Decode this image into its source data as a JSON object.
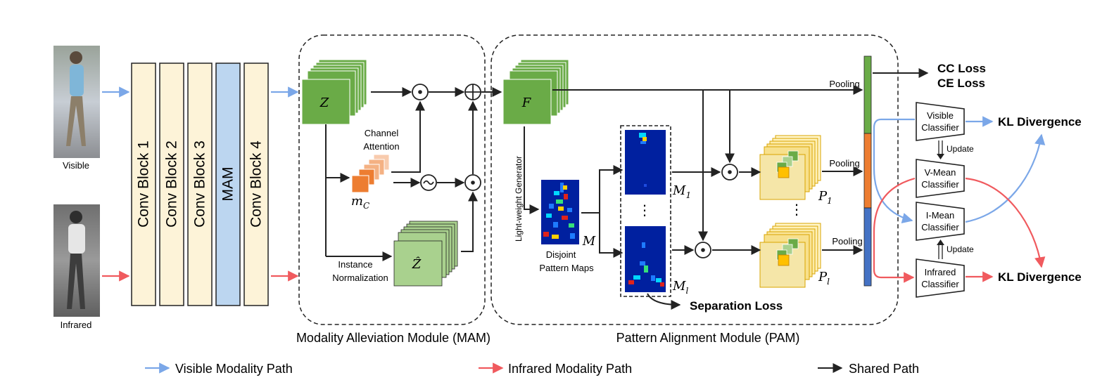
{
  "inputs": {
    "visible": "Visible",
    "infrared": "Infrared"
  },
  "backbone": [
    "Conv Block 1",
    "Conv Block 2",
    "Conv Block 3",
    "MAM",
    "Conv Block 4"
  ],
  "mam": {
    "title": "Modality Alleviation Module (MAM)",
    "z": "Z",
    "z_hat": "Ẑ",
    "m_c": "m",
    "m_c_sub": "C",
    "channel_attention": [
      "Channel",
      "Attention"
    ],
    "instance_norm": [
      "Instance",
      "Normalization"
    ],
    "ops": {
      "dot": "⊙",
      "plus": "⊕",
      "tilde": "~"
    }
  },
  "pam": {
    "title": "Pattern Alignment Module (PAM)",
    "f": "F",
    "generator": "Light-weight Generator",
    "m": "M",
    "disjoint": [
      "Disjoint",
      "Pattern Maps"
    ],
    "m1": "M",
    "m1_sub": "1",
    "ml": "M",
    "ml_sub": "l",
    "p1": "P",
    "p1_sub": "1",
    "pl": "P",
    "pl_sub": "l",
    "pooling": "Pooling",
    "separation_loss": "Separation Loss",
    "dots": "⋮"
  },
  "losses": {
    "cc": "CC Loss",
    "ce": "CE Loss",
    "kl_top": "KL Divergence",
    "kl_bottom": "KL Divergence"
  },
  "classifiers": {
    "visible": [
      "Visible",
      "Classifier"
    ],
    "v_mean": [
      "V-Mean",
      "Classifier"
    ],
    "i_mean": [
      "I-Mean",
      "Classifier"
    ],
    "infrared": [
      "Infrared",
      "Classifier"
    ],
    "update": "Update"
  },
  "legend": {
    "visible_path": "Visible Modality Path",
    "infrared_path": "Infrared Modality Path",
    "shared_path": "Shared Path"
  },
  "colors": {
    "visible": "#7BA7E8",
    "infrared": "#F05A5E",
    "shared": "#222222",
    "conv_block": "#FDF3D8",
    "mam_block": "#BCD6F0",
    "feature_green": "#6AAB47",
    "feature_light_green": "#A9D18E",
    "attention_orange": "#ED7D31",
    "pattern_yellow": "#F5E6A8",
    "heatmap_bg": "#00209F"
  }
}
